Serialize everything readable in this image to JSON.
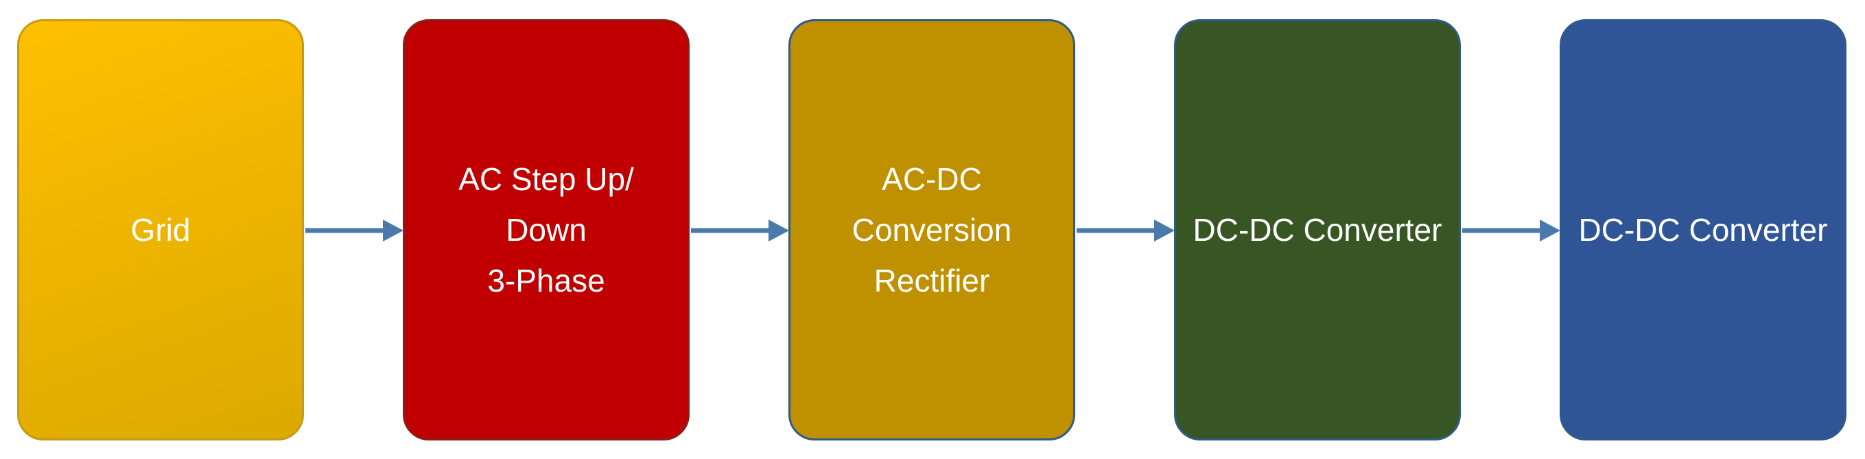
{
  "diagram": {
    "blocks": [
      {
        "label": "Grid",
        "fill": "#ffc000",
        "fill_end": "#dba900",
        "border": "#c79a12"
      },
      {
        "label": "AC Step Up/\nDown\n3-Phase",
        "fill": "#c00000",
        "fill_end": "#c00000",
        "border": "#8e1b1b"
      },
      {
        "label": "AC-DC\nConversion\nRectifier",
        "fill": "#bf9000",
        "fill_end": "#bf9000",
        "border": "#2e5a8a"
      },
      {
        "label": "DC-DC Converter",
        "fill": "#375623",
        "fill_end": "#375623",
        "border": "#2e5a8a"
      },
      {
        "label": "DC-DC Converter",
        "fill": "#2f5597",
        "fill_end": "#2f5597",
        "border": "#2e5a8a"
      }
    ],
    "arrow_color": "#4a7aab"
  }
}
